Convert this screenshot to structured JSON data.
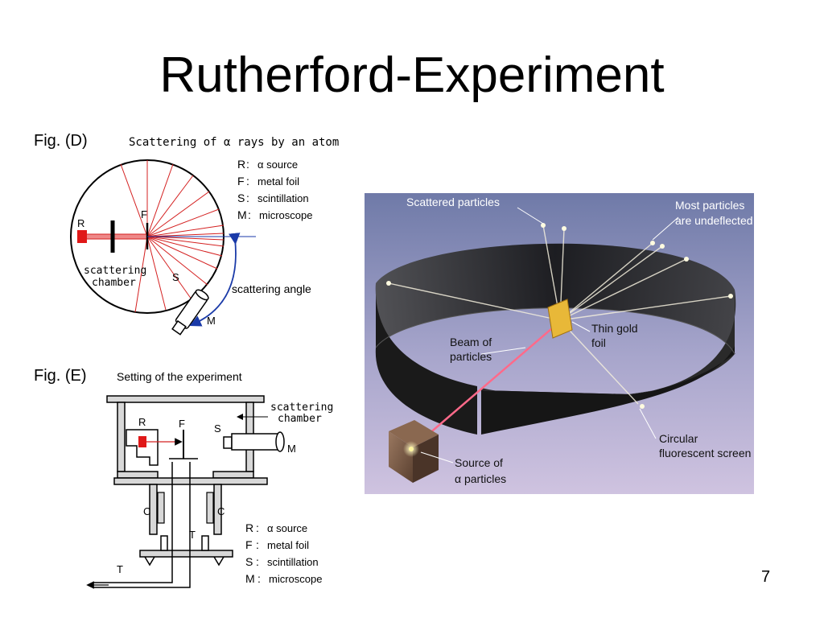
{
  "slide": {
    "title": "Rutherford-Experiment",
    "page_number": "7"
  },
  "fig_d": {
    "label": "Fig. (D)",
    "caption": "Scattering of α rays by an atom",
    "legend": [
      {
        "key": "R",
        "text": "α source"
      },
      {
        "key": "F",
        "text": "metal foil"
      },
      {
        "key": "S",
        "text": "scintillation"
      },
      {
        "key": "M",
        "text": "microscope"
      }
    ],
    "letter_r": "R",
    "letter_f": "F",
    "letter_s": "S",
    "letter_m": "M",
    "chamber_line1": "scattering",
    "chamber_line2": "chamber",
    "angle_label": "scattering angle"
  },
  "fig_e": {
    "label": "Fig. (E)",
    "caption": "Setting of the experiment",
    "chamber_line1": "scattering",
    "chamber_line2": "chamber",
    "letter_r": "R",
    "letter_f": "F",
    "letter_s": "S",
    "letter_m": "M",
    "letter_c_left": "C",
    "letter_c_right": "C",
    "letter_t_mid": "T",
    "letter_t_out": "T",
    "legend": [
      {
        "key": "R",
        "text": "α source"
      },
      {
        "key": "F",
        "text": "metal foil"
      },
      {
        "key": "S",
        "text": "scintillation"
      },
      {
        "key": "M",
        "text": "microscope"
      }
    ]
  },
  "photo": {
    "scattered_particles": "Scattered particles",
    "undeflected_line1": "Most particles",
    "undeflected_line2": "are undeflected",
    "foil_line1": "Thin gold",
    "foil_line2": "foil",
    "beam_line1": "Beam of",
    "beam_line2": "particles",
    "screen_line1": "Circular",
    "screen_line2": "fluorescent screen",
    "source_line1": "Source of",
    "source_line2": "α particles"
  },
  "colors": {
    "beam_red": "#d42020",
    "source_red": "#e01818",
    "arrow_blue": "#1a3aa8",
    "photo_bg_top": "#6f7aa8",
    "photo_bg_bottom": "#cfc3e0",
    "foil_gold": "#e8b838"
  }
}
